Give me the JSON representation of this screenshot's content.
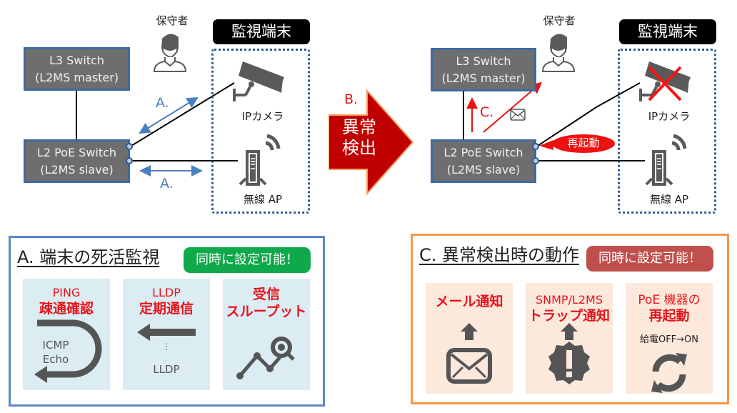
{
  "left_diagram": {
    "maintainer_label": "保守者",
    "terminal_tag": "監視端末",
    "l3_switch": {
      "line1": "L3 Switch",
      "line2": "(L2MS master)"
    },
    "l2_switch": {
      "line1": "L2 PoE Switch",
      "line2": "(L2MS slave)"
    },
    "camera_label": "IPカメラ",
    "ap_label": "無線 AP",
    "arrow_label_top": "A.",
    "arrow_label_bottom": "A."
  },
  "middle_arrow": {
    "step": "B.",
    "line1": "異常",
    "line2": "検出"
  },
  "right_diagram": {
    "maintainer_label": "保守者",
    "terminal_tag": "監視端末",
    "l3_switch": {
      "line1": "L3 Switch",
      "line2": "(L2MS master)"
    },
    "l2_switch": {
      "line1": "L2 PoE Switch",
      "line2": "(L2MS slave)"
    },
    "camera_label": "IPカメラ",
    "ap_label": "無線 AP",
    "step_label": "C.",
    "reboot_callout": "再起動",
    "camera_status": "failed"
  },
  "panel_a": {
    "title": "A. 端末の死活監視",
    "badge": "同時に設定可能！",
    "badge_color": "#0fa84a",
    "border_color": "#5b87c6",
    "tile_color": "#dcecf3",
    "tiles": [
      {
        "title1": "PING",
        "title2": "疎通確認",
        "icon": "u-turn-arrow-icon",
        "sub1": "ICMP",
        "sub2": "Echo"
      },
      {
        "title1": "LLDP",
        "title2": "定期通信",
        "icon": "left-arrow-icon",
        "dots": "⋮",
        "sub1": "LLDP"
      },
      {
        "title1": "受信",
        "title2": "スループット",
        "icon": "graph-search-icon"
      }
    ]
  },
  "panel_c": {
    "title": "C. 異常検出時の動作",
    "badge": "同時に設定可能！",
    "badge_color": "#c0504d",
    "border_color": "#f79646",
    "tile_color": "#fde9dc",
    "tiles": [
      {
        "title1": "メール通知",
        "icon": "mail-upload-icon"
      },
      {
        "title1": "SNMP/L2MS",
        "title2": "トラップ通知",
        "icon": "alert-upload-icon"
      },
      {
        "title1": "PoE 機器の",
        "title2": "再起動",
        "sub1": "給電OFF→ON",
        "icon": "refresh-icon"
      }
    ]
  }
}
